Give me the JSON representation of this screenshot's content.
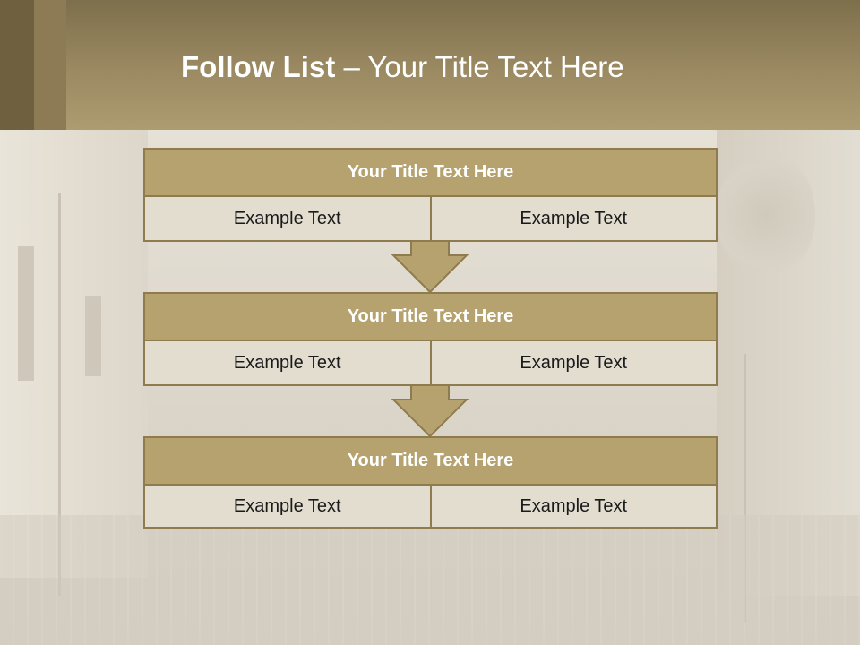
{
  "slide": {
    "title_bold": "Follow List",
    "title_rest": " – Your Title Text Here"
  },
  "colors": {
    "header": "#9b8a62",
    "box_fill": "#b5a26e",
    "box_border": "#8e7b4e",
    "cell_fill": "#e3ddd0"
  },
  "steps": [
    {
      "title": "Your Title Text Here",
      "left": "Example Text",
      "right": "Example Text"
    },
    {
      "title": "Your Title Text Here",
      "left": "Example Text",
      "right": "Example Text"
    },
    {
      "title": "Your Title Text Here",
      "left": "Example Text",
      "right": "Example Text"
    }
  ]
}
